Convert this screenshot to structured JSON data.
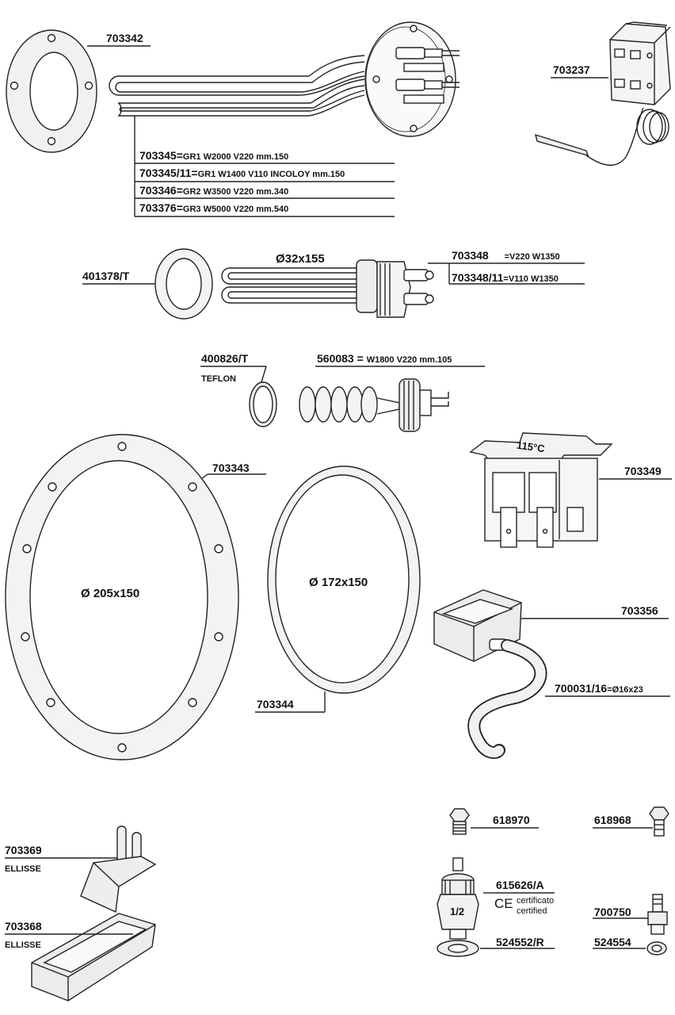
{
  "parts": {
    "p703342": "703342",
    "p703237": "703237",
    "heater_specs": [
      {
        "code": "703345=",
        "spec": "GR1 W2000 V220 mm.150"
      },
      {
        "code": "703345/11=",
        "spec": "GR1 W1400 V110 INCOLOY mm.150"
      },
      {
        "code": "703346=",
        "spec": "GR2 W3500 V220 mm.340"
      },
      {
        "code": "703376=",
        "spec": "GR3 W5000 V220 mm.540"
      }
    ],
    "p401378": "401378/T",
    "dim_32x155": "Ø32x155",
    "p703348": {
      "code": "703348",
      "spec": "=V220 W1350"
    },
    "p703348_11": {
      "code": "703348/11",
      "spec": "=V110 W1350"
    },
    "p400826": "400826/T",
    "teflon": "TEFLON",
    "p560083": {
      "code": "560083 =",
      "spec": "W1800 V220 mm.105"
    },
    "p703343": "703343",
    "dim_205x150": "Ø 205x150",
    "dim_172x150": "Ø 172x150",
    "p703344": "703344",
    "p703349": "703349",
    "thermo_temp": "115°C",
    "p703356": "703356",
    "p700031": {
      "code": "700031/16",
      "spec": "=Ø16x23"
    },
    "p703369": "703369",
    "ellisse1": "ELLISSE",
    "p703368": "703368",
    "ellisse2": "ELLISSE",
    "p618970": "618970",
    "p618968": "618968",
    "p615626": "615626/A",
    "ce_mark": "CE",
    "certificato": "certificato",
    "certified": "certified",
    "half_inch": "1/2",
    "p700750": "700750",
    "p524552": "524552/R",
    "p524554": "524554"
  }
}
